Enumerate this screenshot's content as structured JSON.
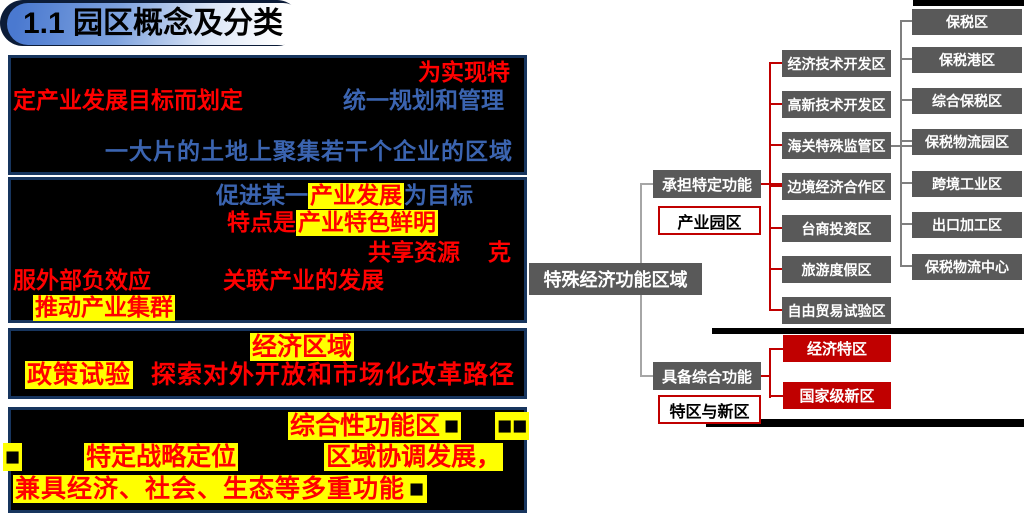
{
  "slide": {
    "title": "1.1 园区概念及分类"
  },
  "colors": {
    "navy_border": "#17355E",
    "red_text": "#FF0000",
    "blue_text": "#3B64B0",
    "yellow_highlight": "#FFFF00",
    "gray_node": "#595959",
    "red_node": "#C00000"
  },
  "left_panel": {
    "blocks": [
      {
        "id": "park-definition",
        "lines": [
          {
            "segments": [
              {
                "text": "为实现特",
                "style": "red"
              }
            ]
          },
          {
            "segments": [
              {
                "text": "定产业发展目标而划定",
                "style": "red"
              },
              {
                "text": "统一规划和管理",
                "style": "blue"
              }
            ]
          },
          {
            "segments": [
              {
                "text": "一大片的土地上聚集若干个企业的区域",
                "style": "blue"
              }
            ]
          }
        ]
      },
      {
        "id": "industrial-park",
        "lines": [
          {
            "segments": [
              {
                "text": "促进某一",
                "style": "blue"
              },
              {
                "text": "产业发展",
                "style": "red-hl"
              },
              {
                "text": "为目标",
                "style": "blue"
              }
            ]
          },
          {
            "segments": [
              {
                "text": "特点是",
                "style": "red"
              },
              {
                "text": "产业特色鲜明",
                "style": "red-hl"
              }
            ]
          },
          {
            "segments": [
              {
                "text": "共享资源",
                "style": "red"
              },
              {
                "text": "克",
                "style": "red"
              }
            ]
          },
          {
            "segments": [
              {
                "text": "服外部负效应",
                "style": "red"
              },
              {
                "text": "关联产业的发展",
                "style": "red"
              }
            ]
          },
          {
            "segments": [
              {
                "text": "推动产业集群",
                "style": "red-hl"
              }
            ]
          }
        ]
      },
      {
        "id": "special-economic-zone",
        "lines": [
          {
            "segments": [
              {
                "text": "经济区域",
                "style": "red-hl"
              }
            ]
          },
          {
            "segments": [
              {
                "text": "政策试验",
                "style": "red-hl"
              },
              {
                "text": "探索对外开放和市场化改革路径",
                "style": "red"
              }
            ]
          }
        ]
      },
      {
        "id": "new-area",
        "lines": [
          {
            "segments": [
              {
                "text": "综合性功能区",
                "style": "red-hl"
              },
              {
                "text": "■",
                "style": "redact"
              },
              {
                "text": "■■",
                "style": "redact"
              }
            ]
          },
          {
            "segments": [
              {
                "text": "■",
                "style": "redact"
              },
              {
                "text": "特定战略定位",
                "style": "red-hl"
              },
              {
                "text": "区域协调发展，",
                "style": "red-hl"
              }
            ]
          },
          {
            "segments": [
              {
                "text": "兼具经济、社会、生态等多重功能",
                "style": "red-hl"
              },
              {
                "text": "■",
                "style": "redact"
              }
            ]
          }
        ]
      }
    ]
  },
  "diagram": {
    "root": {
      "label": "特殊经济功能区域"
    },
    "branches": [
      {
        "label": "承担特定功能",
        "tag": "产业园区",
        "children": [
          "经济技术开发区",
          "高新技术开发区",
          "海关特殊监管区",
          "边境经济合作区",
          "台商投资区",
          "旅游度假区",
          "自由贸易试验区"
        ],
        "subtree_parent": "海关特殊监管区",
        "subtree": [
          "保税区",
          "保税港区",
          "综合保税区",
          "保税物流园区",
          "跨境工业区",
          "出口加工区",
          "保税物流中心"
        ]
      },
      {
        "label": "具备综合功能",
        "tag": "特区与新区",
        "children": [
          "经济特区",
          "国家级新区"
        ]
      }
    ]
  }
}
